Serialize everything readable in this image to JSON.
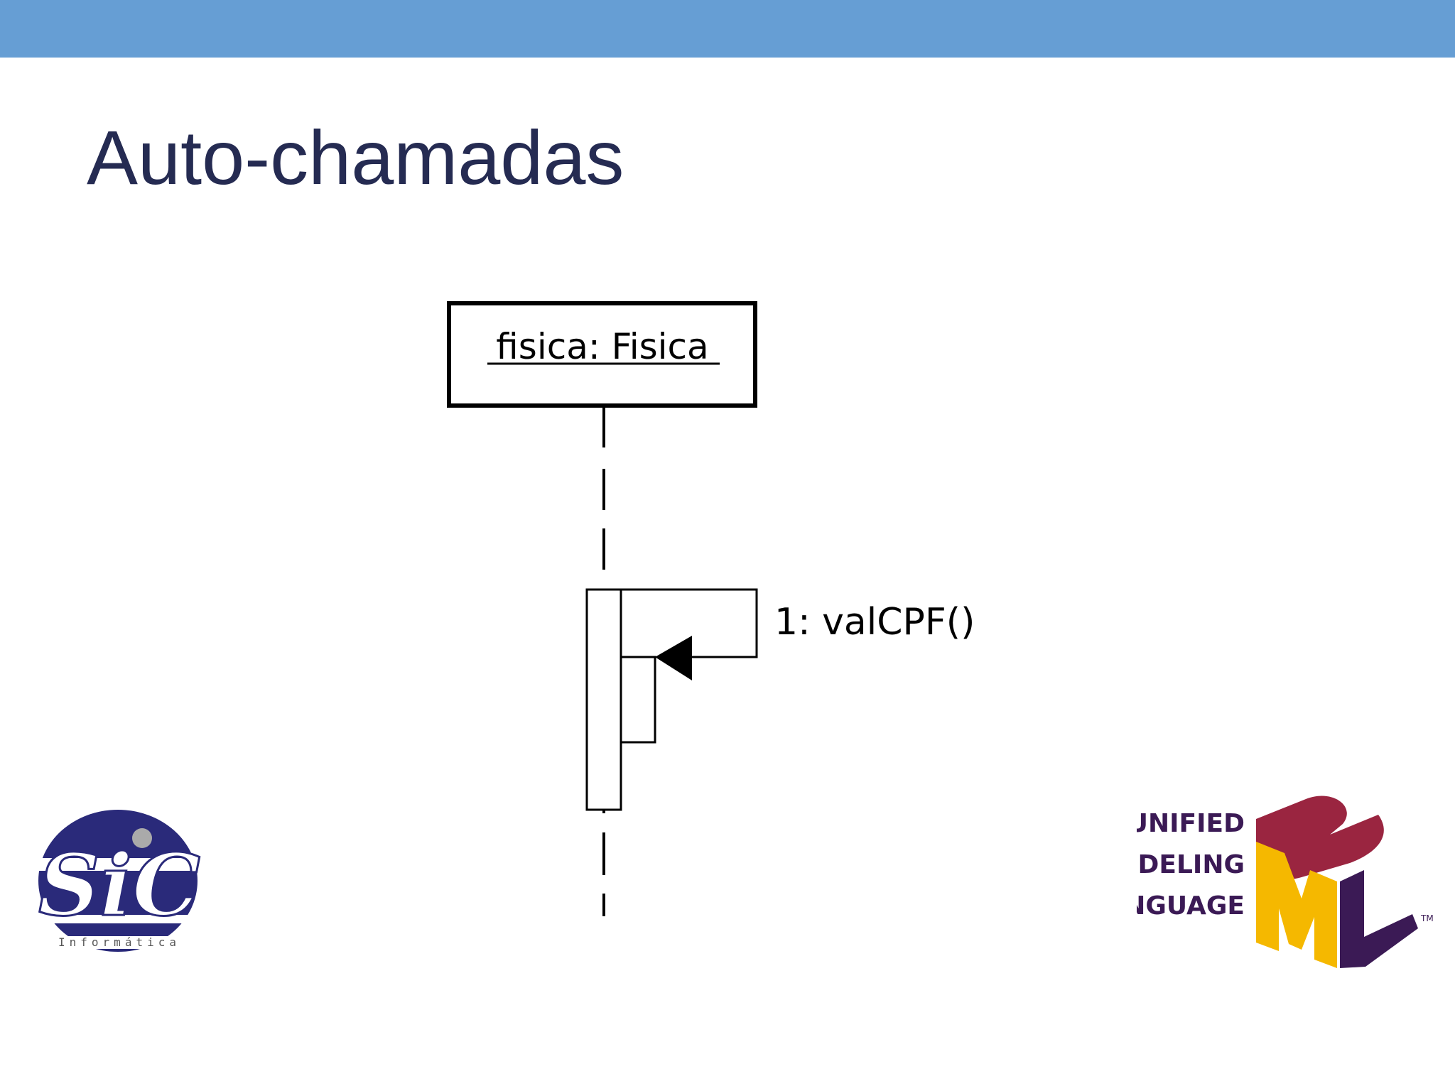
{
  "slide": {
    "title": "Auto-chamadas"
  },
  "diagram": {
    "object_label": "fisica: Fisica",
    "message_label": "1: valCPF()"
  },
  "logos": {
    "sic": {
      "main": "SiC",
      "sub": "Informática"
    },
    "uml": {
      "line1": "UNIFIED",
      "line2": "MODELING",
      "line3": "LANGUAGE",
      "tm": "TM"
    }
  },
  "colors": {
    "top_bar": "#669ed4",
    "title_text": "#252b52",
    "uml_red": "#9a2540",
    "uml_yellow": "#f5b800",
    "uml_purple": "#3b1a55",
    "sic_navy": "#2a2a7a"
  }
}
